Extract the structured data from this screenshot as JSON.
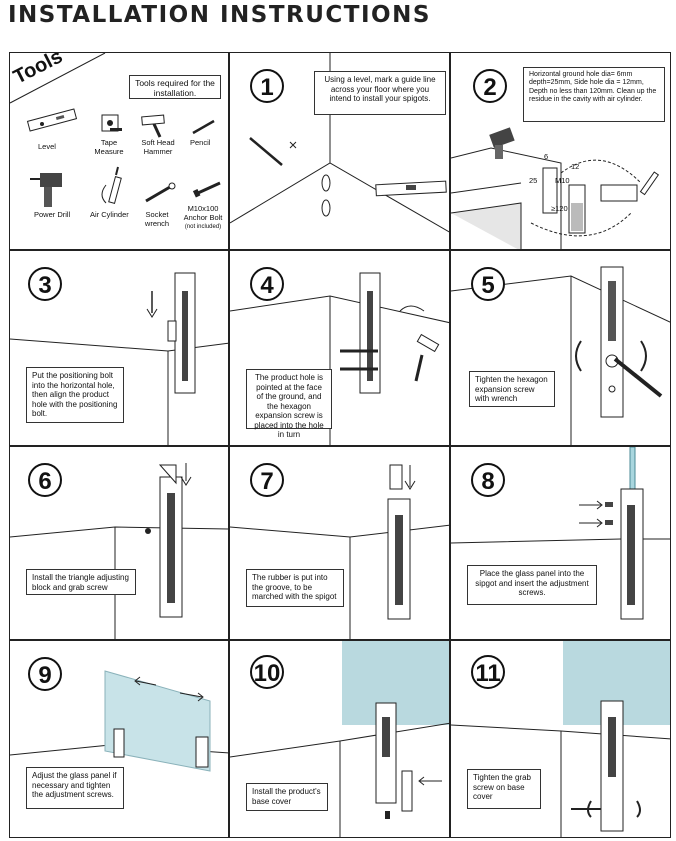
{
  "title": "INSTALLATION  INSTRUCTIONS",
  "tools_panel": {
    "heading": "Tools",
    "note": "Tools required for the installation.",
    "items": [
      {
        "label": "Level",
        "icon": "level-icon"
      },
      {
        "label": "Tape Measure",
        "icon": "tape-measure-icon"
      },
      {
        "label": "Soft Head Hammer",
        "icon": "hammer-icon"
      },
      {
        "label": "Pencil",
        "icon": "pencil-icon"
      },
      {
        "label": "Power Drill",
        "icon": "power-drill-icon"
      },
      {
        "label": "Air Cylinder",
        "icon": "air-cylinder-icon"
      },
      {
        "label": "Socket wrench",
        "icon": "socket-wrench-icon"
      },
      {
        "label": "M10x100 Anchor Bolt",
        "icon": "anchor-bolt-icon",
        "sub": "(not included)"
      }
    ]
  },
  "steps": [
    {
      "number": "1",
      "text": "Using a level, mark a guide line across your floor where you intend to install your spigots."
    },
    {
      "number": "2",
      "text": "Horizontal ground hole dia= 6mm depth=25mm, Side hole dia = 12mm, Depth no less than 120mm. Clean up the residue in the cavity with air cylinder.",
      "dims": {
        "d6": "6",
        "d25": "25",
        "d12": "12",
        "m10": "M10",
        "d120": "≥120"
      }
    },
    {
      "number": "3",
      "text": "Put the positioning bolt into the horizontal hole, then align the product hole with the positioning bolt."
    },
    {
      "number": "4",
      "text": "The product hole is pointed at the face of the ground, and the hexagon expansion screw is placed into the hole in turn"
    },
    {
      "number": "5",
      "text": "Tighten the hexagon expansion screw with wrench"
    },
    {
      "number": "6",
      "text": "Install the triangle adjusting block and grab screw"
    },
    {
      "number": "7",
      "text": "The rubber is put into the groove, to be marched with the spigot"
    },
    {
      "number": "8",
      "text": "Place the glass panel into the sipgot and insert the adjustment screws."
    },
    {
      "number": "9",
      "text": "Adjust the glass panel if necessary and tighten the adjustment screws."
    },
    {
      "number": "10",
      "text": "Install the product's base cover"
    },
    {
      "number": "11",
      "text": "Tighten the grab screw on base cover"
    }
  ]
}
